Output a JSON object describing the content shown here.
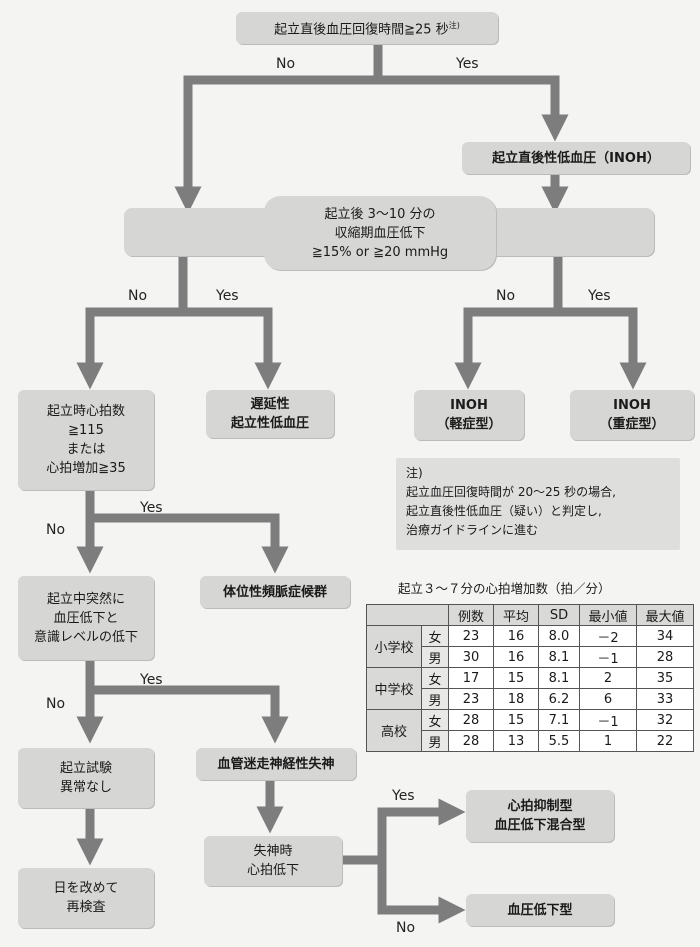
{
  "nodes": {
    "start": "起立直後血圧回復時間≧25 秒",
    "start_note_mark": "注)",
    "inoh": "起立直後性低血圧（INOH）",
    "q2": [
      "起立後 3～10 分の",
      "収縮期血圧低下",
      "≧15% or ≧20 mmHg"
    ],
    "delayed": [
      "遅延性",
      "起立性低血圧"
    ],
    "inoh_mild": [
      "INOH",
      "（軽症型）"
    ],
    "inoh_severe": [
      "INOH",
      "（重症型）"
    ],
    "q3": [
      "起立時心拍数",
      "≧115",
      "または",
      "心拍増加≧35"
    ],
    "pots": "体位性頻脈症候群",
    "q4": [
      "起立中突然に",
      "血圧低下と",
      "意識レベルの低下"
    ],
    "vvs": "血管迷走神経性失神",
    "normal": [
      "起立試験",
      "異常なし"
    ],
    "retest": [
      "日を改めて",
      "再検査"
    ],
    "q5": [
      "失神時",
      "心拍低下"
    ],
    "mixed": [
      "心拍抑制型",
      "血圧低下混合型"
    ],
    "bp_type": "血圧低下型"
  },
  "labels": {
    "no": "No",
    "yes": "Yes"
  },
  "note": {
    "lines": [
      "注)",
      "起立血圧回復時間が 20～25 秒の場合,",
      "起立直後性低血圧（疑い）と判定し,",
      "治療ガイドラインに進む"
    ]
  },
  "table": {
    "title": "起立３～７分の心拍増加数（拍／分）",
    "headers": [
      "例数",
      "平均",
      "SD",
      "最小値",
      "最大値"
    ],
    "groups": [
      {
        "name": "小学校",
        "rows": [
          {
            "sex": "女",
            "values": [
              "23",
              "16",
              "8.0",
              "－2",
              "34"
            ]
          },
          {
            "sex": "男",
            "values": [
              "30",
              "16",
              "8.1",
              "－1",
              "28"
            ]
          }
        ]
      },
      {
        "name": "中学校",
        "rows": [
          {
            "sex": "女",
            "values": [
              "17",
              "15",
              "8.1",
              "2",
              "35"
            ]
          },
          {
            "sex": "男",
            "values": [
              "23",
              "18",
              "6.2",
              "6",
              "33"
            ]
          }
        ]
      },
      {
        "name": "高校",
        "rows": [
          {
            "sex": "女",
            "values": [
              "28",
              "15",
              "7.1",
              "－1",
              "32"
            ]
          },
          {
            "sex": "男",
            "values": [
              "28",
              "13",
              "5.5",
              "1",
              "22"
            ]
          }
        ]
      }
    ]
  }
}
